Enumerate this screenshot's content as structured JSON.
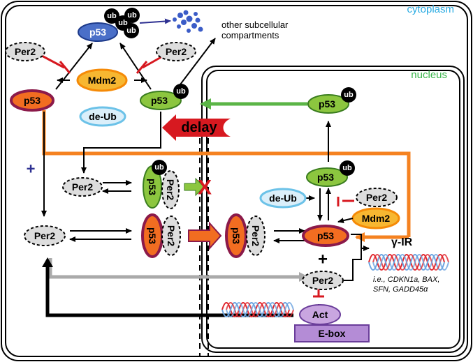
{
  "compartments": {
    "cytoplasm": "cytoplasm",
    "nucleus": "nucleus"
  },
  "labels": {
    "p53": "p53",
    "ub": "ub",
    "per2": "Per2",
    "mdm2": "Mdm2",
    "deub": "de-Ub",
    "act": "Act",
    "ebox": "E-box",
    "delay": "delay",
    "other_line1": "other subcellular",
    "other_line2": "compartments",
    "plus": "+",
    "gamma_ir": "γ-IR",
    "genes_line1": "i.e., CDKN1a, BAX,",
    "genes_line2": "SFN, GADD45α",
    "x_mark": "X"
  },
  "colors": {
    "cytoplasm_label": "#29abe2",
    "nucleus_label": "#39b54a",
    "p53_blue": "#4a6fc8",
    "p53_green": "#8cc63f",
    "p53_orange": "#f26d21",
    "p53_maroon": "#8b1a4a",
    "mdm2_fill": "#f7b731",
    "mdm2_border": "#f58a07",
    "deub_fill": "#dbeffa",
    "deub_border": "#6cc2e8",
    "per2_fill": "#dddddd",
    "act_fill": "#c9a6e0",
    "ebox_fill": "#b48cd6",
    "inhibit_red": "#d71920",
    "orange_line": "#f58220",
    "green_arrow": "#5bb547",
    "grey_arrow": "#aaaaaa",
    "plus_blue": "#2e3192",
    "dna_red": "#e0262d",
    "dna_blue": "#6aa3e0"
  }
}
